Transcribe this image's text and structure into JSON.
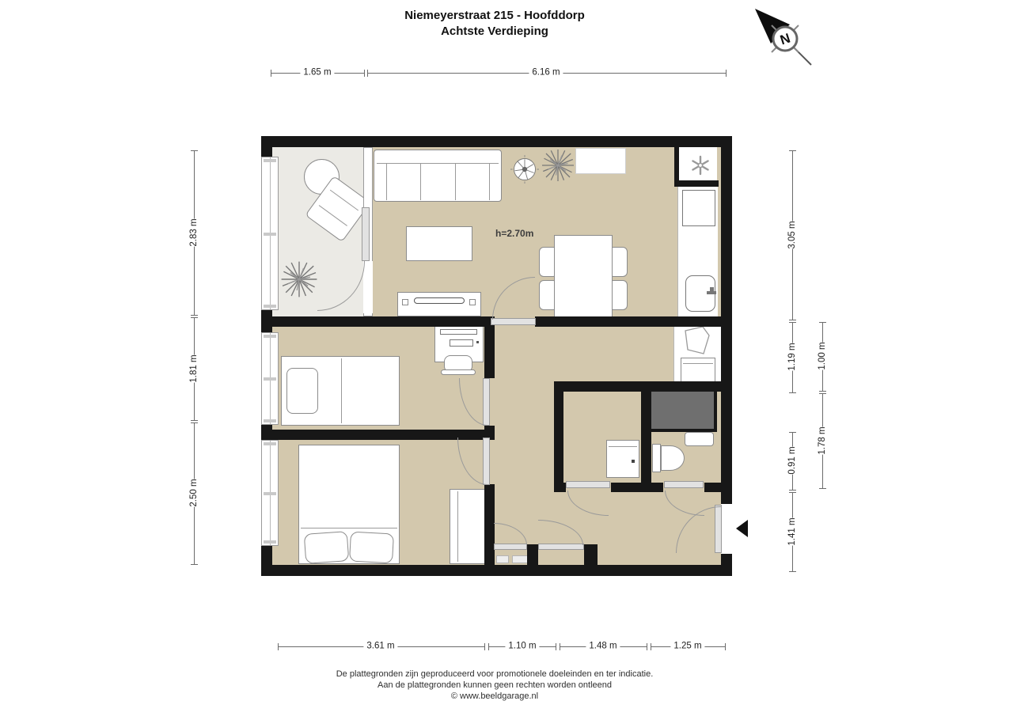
{
  "title": {
    "line1": "Niemeyerstraat 215 - Hoofddorp",
    "line2": "Achtste Verdieping"
  },
  "compass": {
    "label": "N"
  },
  "plan": {
    "ceiling_height_label": "h=2.70m"
  },
  "dimensions": {
    "top": [
      "1.65 m",
      "6.16 m"
    ],
    "bottom": [
      "3.61 m",
      "1.10 m",
      "1.48 m",
      "1.25 m"
    ],
    "left": [
      "2.83 m",
      "1.81 m",
      "2.50 m"
    ],
    "right_inner": [
      "3.05 m",
      "1.19 m",
      "0.91 m",
      "1.41 m"
    ],
    "right_outer": [
      "1.00 m",
      "1.78 m"
    ]
  },
  "footer": [
    "De plattegronden zijn geproduceerd voor promotionele doeleinden en ter indicatie.",
    "Aan de plattegronden kunnen geen rechten worden ontleend",
    "© www.beeldgarage.nl"
  ],
  "icons": {
    "compass": "compass-rose-pointing-northwest",
    "ventilation": "fan-asterisk",
    "entrance_marker": "left-pointing-triangle"
  },
  "colors": {
    "wall": "#171717",
    "floor": "#d3c8ad",
    "balcony-floor": "#ebeae5",
    "shaft": "#6f6f6f",
    "outline": "#8b8b8b",
    "dim": "#6b6b6b"
  }
}
